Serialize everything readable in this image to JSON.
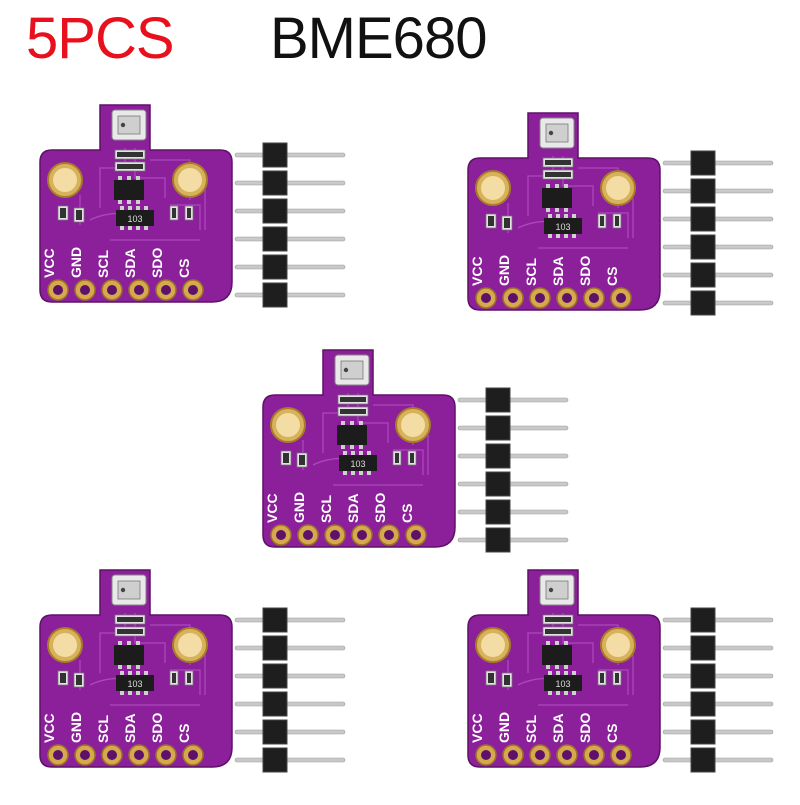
{
  "header": {
    "quantity": "5PCS",
    "model": "BME680",
    "quantity_color": "#e8101c",
    "model_color": "#111111"
  },
  "board": {
    "color": "#8c1f9a",
    "pin_labels": [
      "VCC",
      "GND",
      "SCL",
      "SDA",
      "SDO",
      "CS"
    ],
    "chip_marking": "103"
  },
  "modules": [
    {
      "id": "top-left"
    },
    {
      "id": "top-right"
    },
    {
      "id": "center"
    },
    {
      "id": "bottom-left"
    },
    {
      "id": "bottom-right"
    }
  ]
}
